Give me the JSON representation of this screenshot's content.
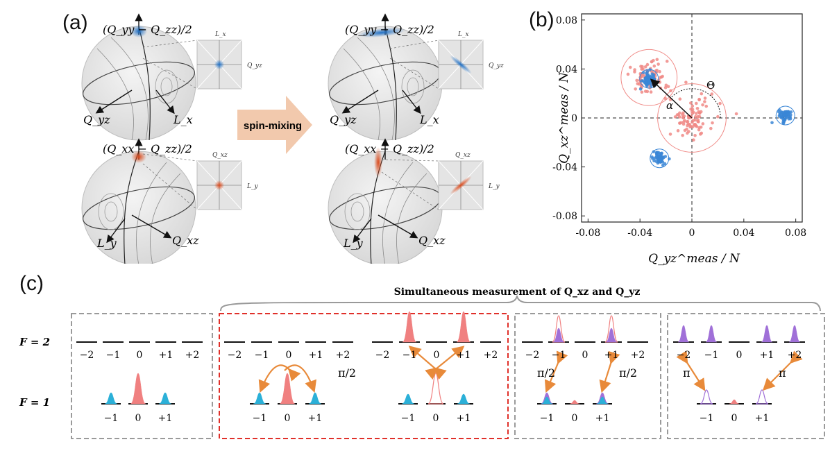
{
  "panels": {
    "a": "(a)",
    "b": "(b)",
    "c": "(c)"
  },
  "panel_a": {
    "sphere_top_axis_y": "(Q_yy − Q_zz)/2",
    "sphere_bottom_axis_x": "(Q_xx − Q_zz)/2",
    "top_axes": {
      "left": "Q_yz",
      "right": "L_x"
    },
    "bottom_axes": {
      "left": "L_y",
      "right": "Q_xz"
    },
    "inset_top": {
      "top": "L_x",
      "side": "Q_yz"
    },
    "inset_bottom": {
      "top": "Q_xz",
      "side": "L_y"
    },
    "arrow_label": "spin-mixing",
    "colors": {
      "blue": "#2a7fd0",
      "orange": "#e0642a",
      "arrow": "#f2c9ad"
    }
  },
  "chart_data": {
    "type": "scatter",
    "xlabel": "Q_yz^meas / N",
    "ylabel": "Q_xz^meas / N",
    "xlim": [
      -0.085,
      0.085
    ],
    "ylim": [
      -0.085,
      0.085
    ],
    "xticks": [
      "-0.08",
      "-0.04",
      "0",
      "0.04",
      "0.08"
    ],
    "yticks": [
      "0.08",
      "0.04",
      "0",
      "-0.04",
      "-0.08"
    ],
    "annotations": {
      "alpha": "α",
      "theta": "Θ"
    },
    "series": [
      {
        "color": "#f08a86",
        "center": [
          0.0,
          0.0
        ],
        "spread": 0.011,
        "count": 90
      },
      {
        "color": "#f08a86",
        "center": [
          -0.033,
          0.033
        ],
        "spread": 0.009,
        "count": 90
      },
      {
        "color": "#3a86d6",
        "center": [
          -0.033,
          0.032
        ],
        "spread": 0.003,
        "count": 60
      },
      {
        "color": "#3a86d6",
        "center": [
          0.072,
          0.002
        ],
        "spread": 0.003,
        "count": 60
      },
      {
        "color": "#3a86d6",
        "center": [
          -0.025,
          -0.033
        ],
        "spread": 0.003,
        "count": 60
      }
    ]
  },
  "panel_c": {
    "title": "Simultaneous measurement of Q_xz and Q_yz",
    "row_labels": {
      "f2": "F = 2",
      "f1": "F = 1"
    },
    "f2_levels": [
      "−2",
      "−1",
      "0",
      "+1",
      "+2"
    ],
    "f1_levels": [
      "−1",
      "0",
      "+1"
    ],
    "pulse_half": "π/2",
    "pulse_pi": "π",
    "colors": {
      "red": "#f08080",
      "cyan": "#2bb0d8",
      "purple": "#a070d8",
      "arrow": "#e88a3a",
      "box_red": "#e0302a",
      "box_gray": "#9a9a9a"
    }
  }
}
